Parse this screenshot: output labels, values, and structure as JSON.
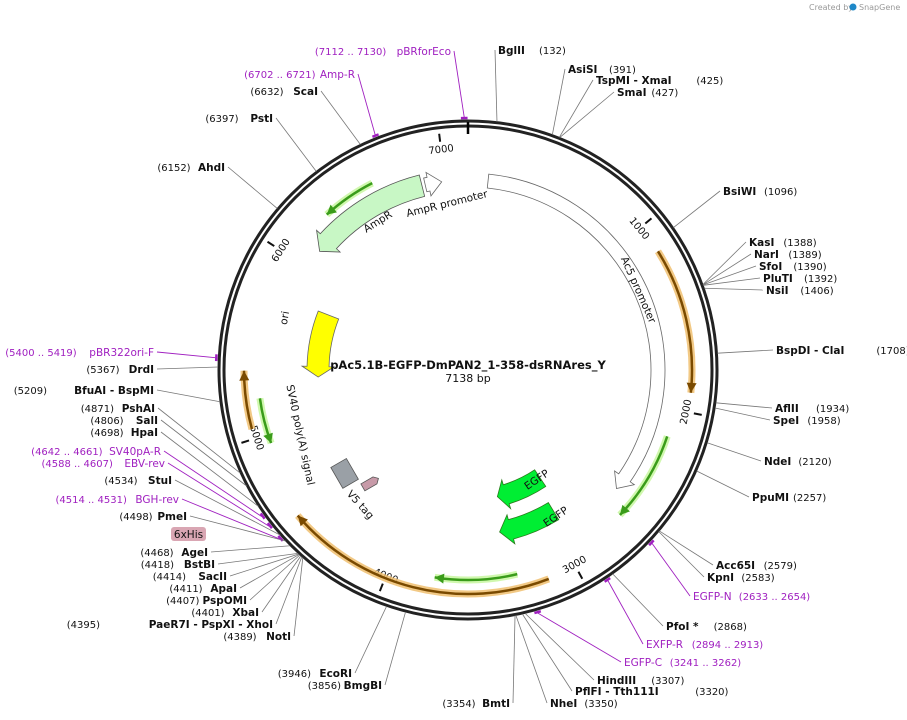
{
  "brand": {
    "created_by": "Created by",
    "app": "SnapGene"
  },
  "plasmid": {
    "name": "pAc5.1B-EGFP-DmPAN2_1-358-dsRNAres_Y",
    "length_label": "7138 bp"
  },
  "ticks": [
    {
      "label": "1000"
    },
    {
      "label": "2000"
    },
    {
      "label": "3000"
    },
    {
      "label": "4000"
    },
    {
      "label": "5000"
    },
    {
      "label": "6000"
    },
    {
      "label": "7000"
    }
  ],
  "features": [
    {
      "label": "AmpR promoter"
    },
    {
      "label": "AmpR"
    },
    {
      "label": "Ac5 promoter"
    },
    {
      "label": "ori"
    },
    {
      "label": "SV40 poly(A) signal"
    },
    {
      "label": "V5 tag"
    },
    {
      "label": "EGFP"
    },
    {
      "label": "EGFP"
    }
  ],
  "tag_label": "6xHis",
  "sites": [
    {
      "name": "BglII",
      "pos": "(132)"
    },
    {
      "name": "AsiSI",
      "pos": "(391)"
    },
    {
      "name": "TspMI",
      "name2": "XmaI",
      "pos": "(425)"
    },
    {
      "name": "SmaI",
      "pos": "(427)"
    },
    {
      "name": "BsiWI",
      "pos": "(1096)"
    },
    {
      "name": "KasI",
      "pos": "(1388)"
    },
    {
      "name": "NarI",
      "pos": "(1389)"
    },
    {
      "name": "SfoI",
      "pos": "(1390)"
    },
    {
      "name": "PluTI",
      "pos": "(1392)"
    },
    {
      "name": "NsiI",
      "pos": "(1406)"
    },
    {
      "name": "BspDI",
      "name2": "ClaI",
      "pos": "(1708)"
    },
    {
      "name": "AflII",
      "pos": "(1934)"
    },
    {
      "name": "SpeI",
      "pos": "(1958)"
    },
    {
      "name": "NdeI",
      "pos": "(2120)"
    },
    {
      "name": "PpuMI",
      "pos": "(2257)"
    },
    {
      "name": "Acc65I",
      "pos": "(2579)"
    },
    {
      "name": "KpnI",
      "pos": "(2583)"
    },
    {
      "name": "PfoI *",
      "pos": "(2868)"
    },
    {
      "name": "HindIII",
      "pos": "(3307)"
    },
    {
      "name": "PflFI",
      "name2": "Tth111I",
      "pos": "(3320)"
    },
    {
      "name": "NheI",
      "pos": "(3350)"
    },
    {
      "name": "BmtI",
      "pos": "(3354)"
    },
    {
      "name": "BmgBI",
      "pos": "(3856)"
    },
    {
      "name": "EcoRI",
      "pos": "(3946)"
    },
    {
      "name": "NotI",
      "pos": "(4389)"
    },
    {
      "name": "PaeR7I",
      "name2": "PspXI",
      "name3": "XhoI",
      "pos": "(4395)"
    },
    {
      "name": "XbaI",
      "pos": "(4401)"
    },
    {
      "name": "PspOMI",
      "pos": "(4407)"
    },
    {
      "name": "ApaI",
      "pos": "(4411)"
    },
    {
      "name": "SacII",
      "pos": "(4414)"
    },
    {
      "name": "BstBI",
      "pos": "(4418)"
    },
    {
      "name": "AgeI",
      "pos": "(4468)"
    },
    {
      "name": "PmeI",
      "pos": "(4498)"
    },
    {
      "name": "StuI",
      "pos": "(4534)"
    },
    {
      "name": "HpaI",
      "pos": "(4698)"
    },
    {
      "name": "SalI",
      "pos": "(4806)"
    },
    {
      "name": "PshAI",
      "pos": "(4871)"
    },
    {
      "name": "BfuAI",
      "name2": "BspMI",
      "pos": "(5209)"
    },
    {
      "name": "DrdI",
      "pos": "(5367)"
    },
    {
      "name": "AhdI",
      "pos": "(6152)"
    },
    {
      "name": "PstI",
      "pos": "(6397)"
    },
    {
      "name": "ScaI",
      "pos": "(6632)"
    }
  ],
  "primers": [
    {
      "name": "pBRforEco",
      "pos": "(7112 .. 7130)"
    },
    {
      "name": "Amp-R",
      "pos": "(6702 .. 6721)"
    },
    {
      "name": "EGFP-N",
      "pos": "(2633 .. 2654)"
    },
    {
      "name": "EXFP-R",
      "pos": "(2894 .. 2913)"
    },
    {
      "name": "EGFP-C",
      "pos": "(3241 .. 3262)"
    },
    {
      "name": "pBR322ori-F",
      "pos": "(5400 .. 5419)"
    },
    {
      "name": "SV40pA-R",
      "pos": "(4642 .. 4661)"
    },
    {
      "name": "EBV-rev",
      "pos": "(4588 .. 4607)"
    },
    {
      "name": "BGH-rev",
      "pos": "(4514 .. 4531)"
    }
  ],
  "colors": {
    "backbone": "#222222",
    "amp": "#c8f7c5",
    "ori": "#ffff00",
    "egfp": "#00ee33",
    "gene_track": "#3a9c1a",
    "orange_track": "#f0c070",
    "polyA": "#9aa0a6",
    "v5": "#c79aa8",
    "primer": "#a020c0"
  }
}
